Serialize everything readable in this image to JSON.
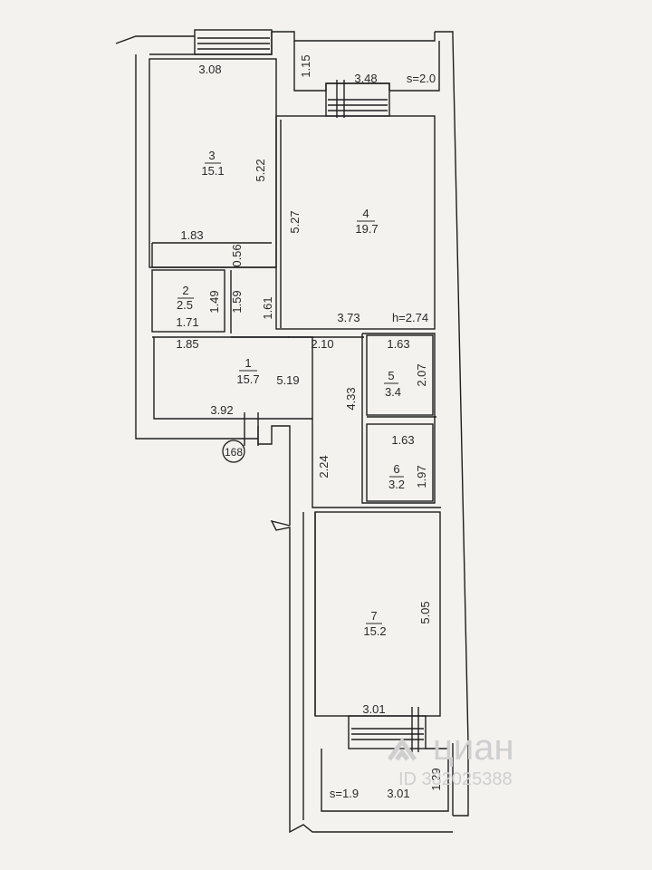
{
  "apartment_number": "168",
  "rooms": [
    {
      "number": "1",
      "area": "15.7"
    },
    {
      "number": "2",
      "area": "2.5"
    },
    {
      "number": "3",
      "area": "15.1"
    },
    {
      "number": "4",
      "area": "19.7"
    },
    {
      "number": "5",
      "area": "3.4"
    },
    {
      "number": "6",
      "area": "3.2"
    },
    {
      "number": "7",
      "area": "15.2"
    }
  ],
  "dimensions": {
    "d_308": "3.08",
    "d_115": "1.15",
    "d_348": "3.48",
    "balcony_top_area": "s=2.0",
    "d_522": "5.22",
    "d_527": "5.27",
    "d_183": "1.83",
    "d_056": "0.56",
    "d_149": "1.49",
    "d_159": "1.59",
    "d_161": "1.61",
    "d_171": "1.71",
    "d_373": "3.73",
    "ceiling_height": "h=2.74",
    "d_185": "1.85",
    "d_210": "2.10",
    "d_163a": "1.63",
    "d_519": "5.19",
    "d_207": "2.07",
    "d_433": "4.33",
    "d_392": "3.92",
    "d_163b": "1.63",
    "d_224": "2.24",
    "d_197": "1.97",
    "d_505": "5.05",
    "d_301a": "3.01",
    "balcony_bottom_area": "s=1.9",
    "d_301b": "3.01",
    "d_129": "1.29"
  },
  "watermark": {
    "brand": "циан",
    "id": "ID 332025388"
  }
}
